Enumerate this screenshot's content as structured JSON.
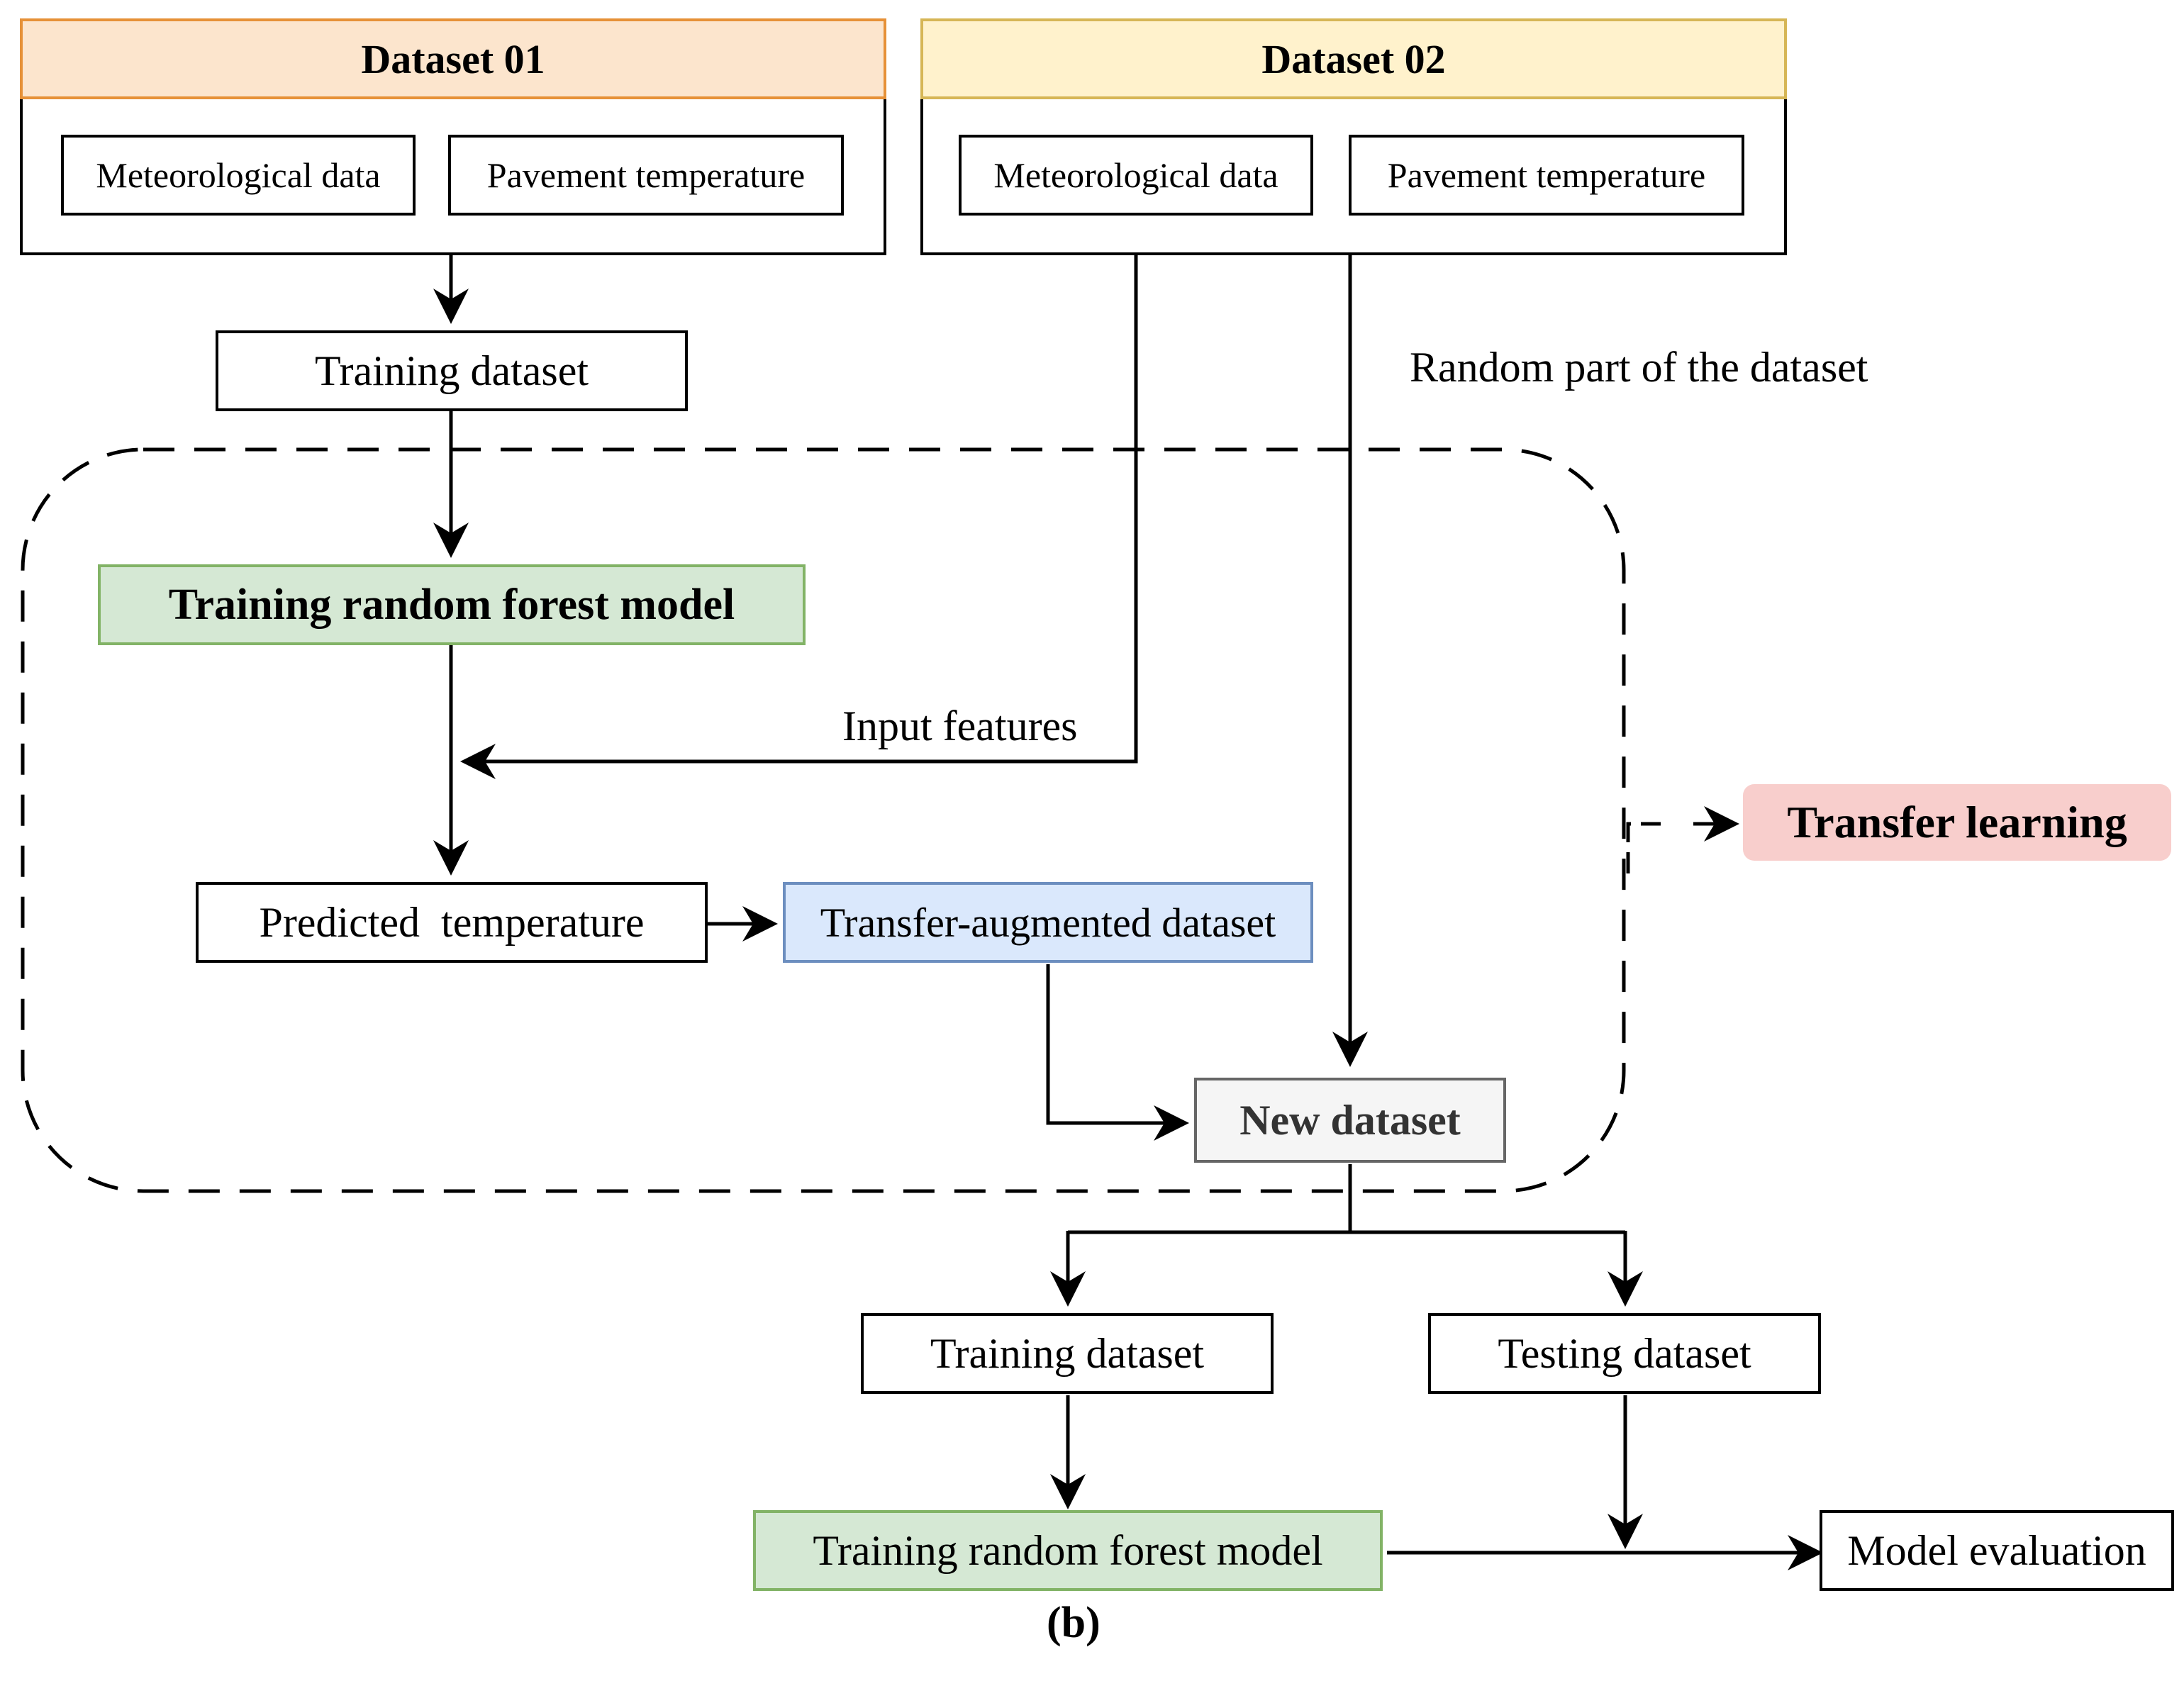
{
  "dataset01": {
    "title": "Dataset 01",
    "item1": "Meteorological data",
    "item2": "Pavement temperature"
  },
  "dataset02": {
    "title": "Dataset 02",
    "item1": "Meteorological data",
    "item2": "Pavement temperature"
  },
  "training_dataset_top": "Training dataset",
  "random_part_label": "Random part of the dataset",
  "training_rf_model_top": "Training random forest model",
  "input_features_label": "Input features",
  "predicted_temperature": "Predicted  temperature",
  "transfer_augmented_dataset": "Transfer-augmented dataset",
  "new_dataset": "New dataset",
  "transfer_learning": "Transfer learning",
  "training_dataset_bottom": "Training dataset",
  "testing_dataset": "Testing dataset",
  "training_rf_model_bottom": "Training random forest model",
  "model_evaluation": "Model evaluation",
  "panel_label": "(b)",
  "colors": {
    "dataset01_header": "#fce5cd",
    "dataset01_header_border": "#e69138",
    "dataset02_header": "#fff2cc",
    "dataset02_header_border": "#d6b656",
    "green_fill": "#d5e8d4",
    "green_border": "#82b366",
    "blue_fill": "#dae8fc",
    "blue_border": "#6c8ebf",
    "gray_fill": "#f5f5f5",
    "gray_border": "#666666",
    "pink_fill": "#f8cecc"
  }
}
